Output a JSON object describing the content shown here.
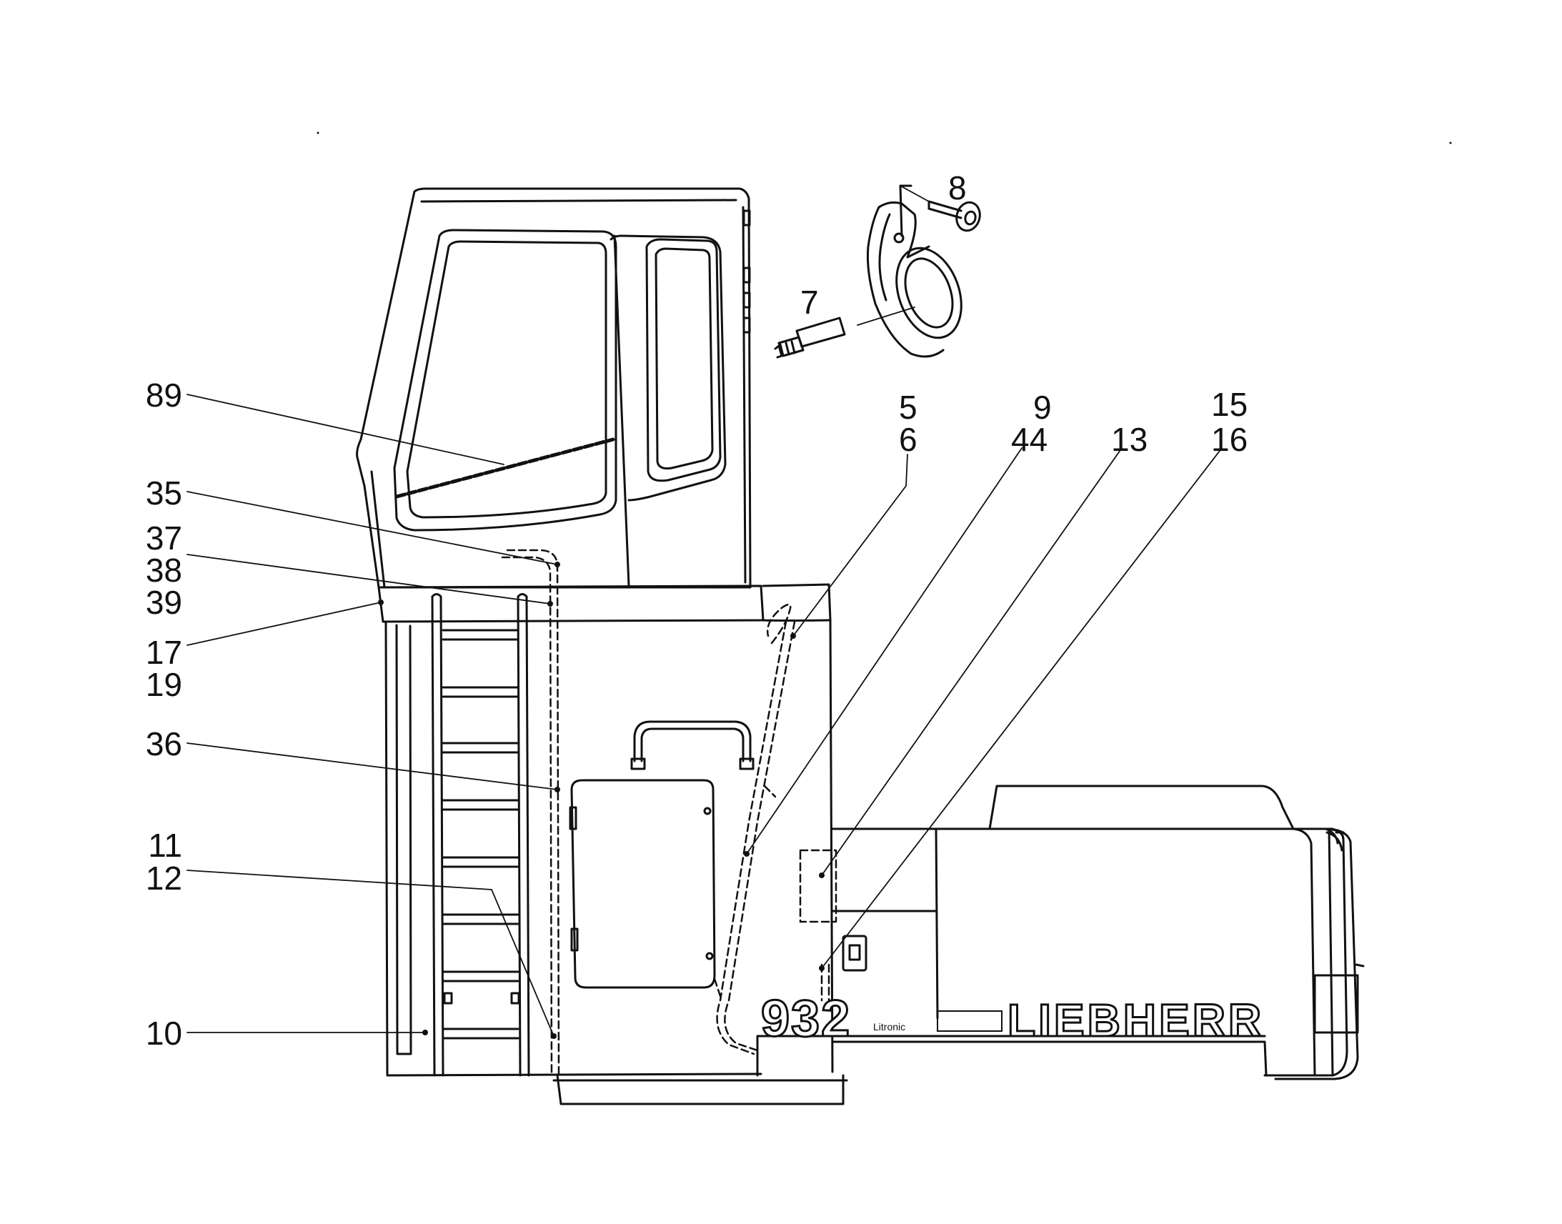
{
  "diagram": {
    "type": "exploded-parts-drawing",
    "stroke_color": "#111111",
    "background": "#ffffff",
    "labels": {
      "l89": "89",
      "l35": "35",
      "l37": "37",
      "l38": "38",
      "l39": "39",
      "l17": "17",
      "l19": "19",
      "l36": "36",
      "l11": "11",
      "l12": "12",
      "l10": "10",
      "l8": "8",
      "l7": "7",
      "l5": "5",
      "l6": "6",
      "l9": "9",
      "l44": "44",
      "l13": "13",
      "l15": "15",
      "l16": "16"
    },
    "decals": {
      "model_number": "932",
      "brand": "LIEBHERR",
      "small_mark": "Litronic"
    }
  }
}
